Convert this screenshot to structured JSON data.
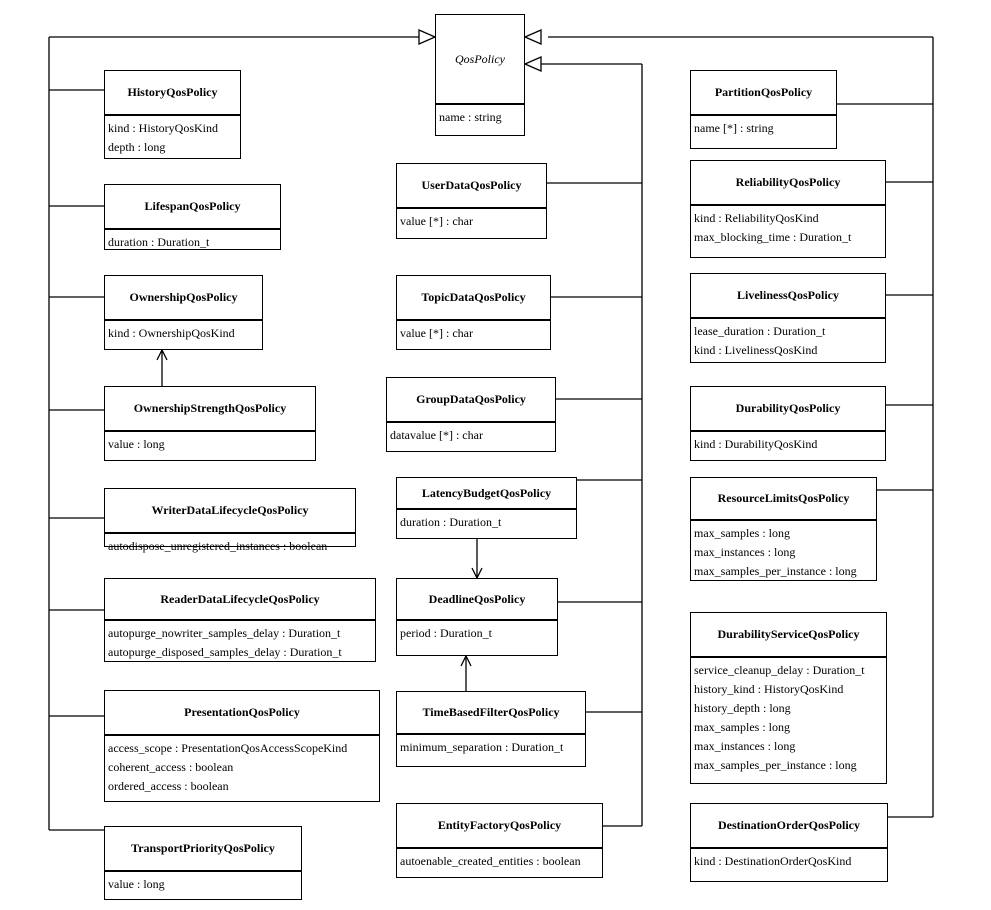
{
  "diagram": {
    "base": {
      "name": "QosPolicy",
      "attrs": [
        "name : string"
      ]
    },
    "classes": [
      {
        "key": "history",
        "name": "HistoryQosPolicy",
        "attrs": [
          "kind : HistoryQosKind",
          "depth : long"
        ]
      },
      {
        "key": "lifespan",
        "name": "LifespanQosPolicy",
        "attrs": [
          "duration : Duration_t"
        ]
      },
      {
        "key": "ownership",
        "name": "OwnershipQosPolicy",
        "attrs": [
          "kind : OwnershipQosKind"
        ]
      },
      {
        "key": "ownership_strength",
        "name": "OwnershipStrengthQosPolicy",
        "attrs": [
          "value : long"
        ]
      },
      {
        "key": "writer_lifecycle",
        "name": "WriterDataLifecycleQosPolicy",
        "attrs": [
          "autodispose_unregistered_instances : boolean"
        ]
      },
      {
        "key": "reader_lifecycle",
        "name": "ReaderDataLifecycleQosPolicy",
        "attrs": [
          "autopurge_nowriter_samples_delay : Duration_t",
          "autopurge_disposed_samples_delay : Duration_t"
        ]
      },
      {
        "key": "presentation",
        "name": "PresentationQosPolicy",
        "attrs": [
          "access_scope : PresentationQosAccessScopeKind",
          "coherent_access : boolean",
          "ordered_access : boolean"
        ]
      },
      {
        "key": "transport_priority",
        "name": "TransportPriorityQosPolicy",
        "attrs": [
          "value : long"
        ]
      },
      {
        "key": "user_data",
        "name": "UserDataQosPolicy",
        "attrs": [
          "value [*] : char"
        ]
      },
      {
        "key": "topic_data",
        "name": "TopicDataQosPolicy",
        "attrs": [
          "value [*] : char"
        ]
      },
      {
        "key": "group_data",
        "name": "GroupDataQosPolicy",
        "attrs": [
          "datavalue [*] : char"
        ]
      },
      {
        "key": "latency_budget",
        "name": "LatencyBudgetQosPolicy",
        "attrs": [
          "duration : Duration_t"
        ]
      },
      {
        "key": "deadline",
        "name": "DeadlineQosPolicy",
        "attrs": [
          "period : Duration_t"
        ]
      },
      {
        "key": "time_based_filter",
        "name": "TimeBasedFilterQosPolicy",
        "attrs": [
          "minimum_separation : Duration_t"
        ]
      },
      {
        "key": "entity_factory",
        "name": "EntityFactoryQosPolicy",
        "attrs": [
          "autoenable_created_entities : boolean"
        ]
      },
      {
        "key": "partition",
        "name": "PartitionQosPolicy",
        "attrs": [
          "name [*] : string"
        ]
      },
      {
        "key": "reliability",
        "name": "ReliabilityQosPolicy",
        "attrs": [
          "kind : ReliabilityQosKind",
          "max_blocking_time : Duration_t"
        ]
      },
      {
        "key": "liveliness",
        "name": "LivelinessQosPolicy",
        "attrs": [
          "lease_duration : Duration_t",
          "kind : LivelinessQosKind"
        ]
      },
      {
        "key": "durability",
        "name": "DurabilityQosPolicy",
        "attrs": [
          "kind : DurabilityQosKind"
        ]
      },
      {
        "key": "resource_limits",
        "name": "ResourceLimitsQosPolicy",
        "attrs": [
          "max_samples : long",
          "max_instances : long",
          "max_samples_per_instance : long"
        ]
      },
      {
        "key": "durability_service",
        "name": "DurabilityServiceQosPolicy",
        "attrs": [
          "service_cleanup_delay : Duration_t",
          "history_kind : HistoryQosKind",
          "history_depth : long",
          "max_samples : long",
          "max_instances : long",
          "max_samples_per_instance : long"
        ]
      },
      {
        "key": "destination_order",
        "name": "DestinationOrderQosPolicy",
        "attrs": [
          "kind : DestinationOrderQosKind"
        ]
      }
    ]
  }
}
